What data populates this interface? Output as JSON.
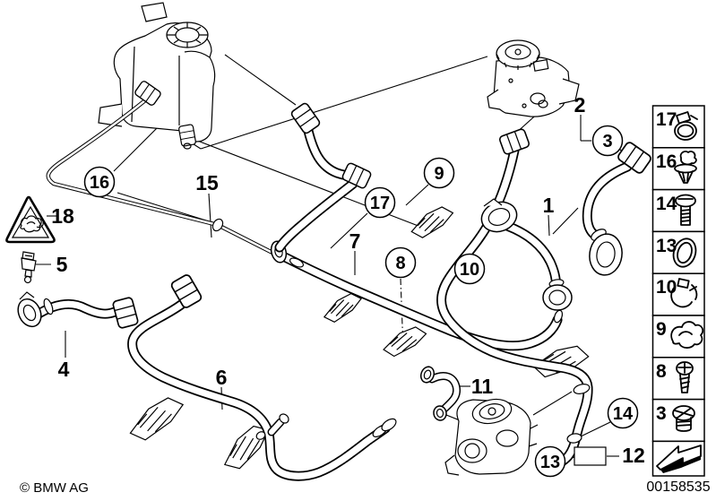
{
  "colors": {
    "line": "#000000",
    "background": "#ffffff"
  },
  "footer": {
    "copyright": "© BMW AG",
    "part_number": "00158535"
  },
  "sidebar": {
    "items": [
      {
        "number": "17",
        "icon": "hose-clamp-icon"
      },
      {
        "number": "16",
        "icon": "expanding-rivet-icon"
      },
      {
        "number": "14",
        "icon": "pan-head-screw-icon"
      },
      {
        "number": "13",
        "icon": "o-ring-icon"
      },
      {
        "number": "10",
        "icon": "pipe-clip-icon"
      },
      {
        "number": "9",
        "icon": "spring-clip-icon"
      },
      {
        "number": "8",
        "icon": "tapping-screw-icon"
      },
      {
        "number": "3",
        "icon": "screw-plug-icon"
      }
    ],
    "arrow_icon": "direction-arrow-icon"
  },
  "callouts": {
    "c1": {
      "text": "1",
      "circled": false
    },
    "c2": {
      "text": "2",
      "circled": false
    },
    "c3": {
      "text": "3",
      "circled": true
    },
    "c4": {
      "text": "4",
      "circled": false
    },
    "c5": {
      "text": "5",
      "circled": false
    },
    "c6": {
      "text": "6",
      "circled": false
    },
    "c7": {
      "text": "7",
      "circled": false
    },
    "c8": {
      "text": "8",
      "circled": true
    },
    "c9": {
      "text": "9",
      "circled": true
    },
    "c10": {
      "text": "10",
      "circled": true
    },
    "c11": {
      "text": "11",
      "circled": false
    },
    "c12": {
      "text": "12",
      "circled": false
    },
    "c13": {
      "text": "13",
      "circled": true
    },
    "c14": {
      "text": "14",
      "circled": true
    },
    "c15": {
      "text": "15",
      "circled": false
    },
    "c16": {
      "text": "16",
      "circled": true
    },
    "c17": {
      "text": "17",
      "circled": true
    },
    "c18": {
      "text": "18",
      "circled": false
    }
  }
}
